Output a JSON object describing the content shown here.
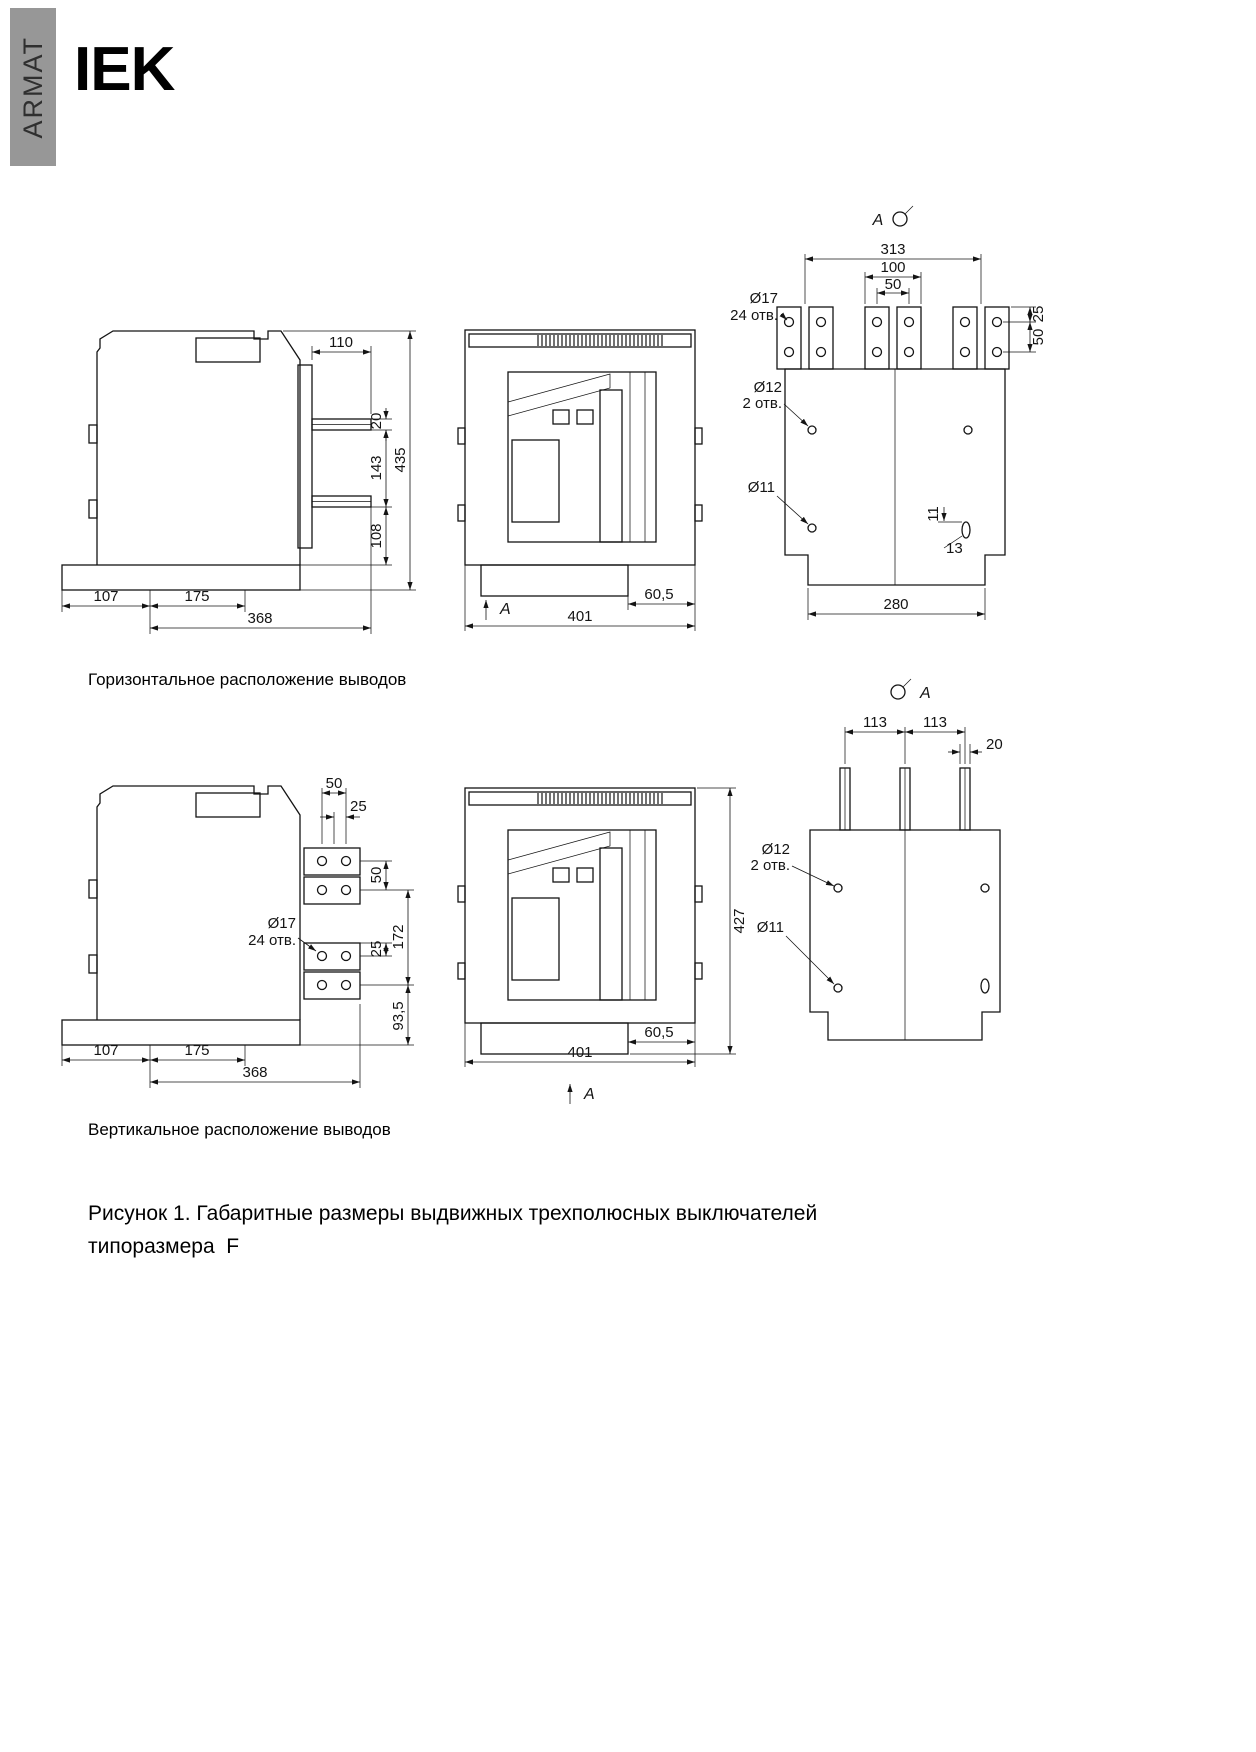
{
  "brand": {
    "sidebar_vertical_text": "ARMAT",
    "logo_text": "IEK"
  },
  "captions": {
    "horizontal_layout": "Горизонтальное расположение выводов",
    "vertical_layout": "Вертикальное расположение выводов",
    "figure_line1": "Рисунок 1. Габаритные размеры выдвижных трехполюсных выключателей",
    "figure_line2": "типоразмера  F"
  },
  "view_h_side": {
    "d110": "110",
    "d20": "20",
    "d143": "143",
    "d435": "435",
    "d108": "108",
    "d107": "107",
    "d175": "175",
    "d368": "368"
  },
  "view_h_front": {
    "section_label": "A",
    "d605": "60,5",
    "d401": "401"
  },
  "view_h_rear": {
    "view_label": "A",
    "d313": "313",
    "d100": "100",
    "d50_top": "50",
    "d25": "25",
    "d50_right": "50",
    "hole_d17": "Ø17",
    "hole_d17_count": "24 отв.",
    "hole_d12": "Ø12",
    "hole_d12_count": "2 отв.",
    "hole_d11": "Ø11",
    "d11": "11",
    "d13": "13",
    "d280": "280"
  },
  "view_v_side": {
    "d50_top": "50",
    "d25_top": "25",
    "d50_right": "50",
    "d172": "172",
    "d25_right": "25",
    "hole_d17": "Ø17",
    "hole_d17_count": "24 отв.",
    "d935": "93,5",
    "d107": "107",
    "d175": "175",
    "d368": "368"
  },
  "view_v_front": {
    "d427": "427",
    "d605": "60,5",
    "d401": "401",
    "section_label": "A"
  },
  "view_v_top": {
    "view_label": "A",
    "d113_left": "113",
    "d113_right": "113",
    "d20": "20",
    "hole_d12": "Ø12",
    "hole_d12_count": "2 отв.",
    "hole_d11": "Ø11"
  }
}
